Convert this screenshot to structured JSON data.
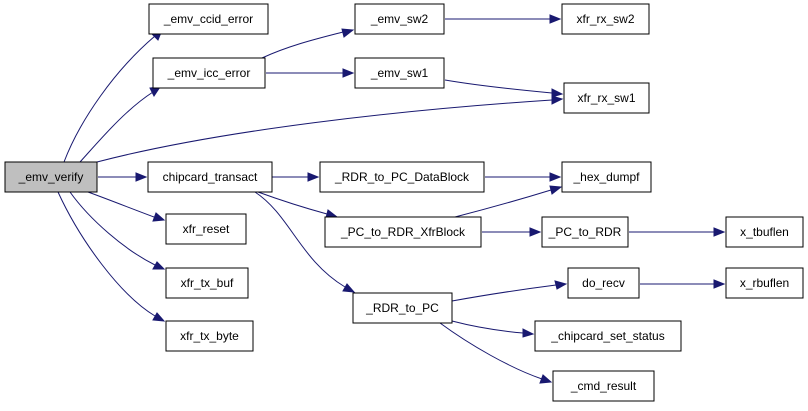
{
  "graph": {
    "nodes": {
      "emv_verify": "_emv_verify",
      "emv_ccid_error": "_emv_ccid_error",
      "emv_icc_error": "_emv_icc_error",
      "emv_sw2": "_emv_sw2",
      "xfr_rx_sw2": "xfr_rx_sw2",
      "emv_sw1": "_emv_sw1",
      "xfr_rx_sw1": "xfr_rx_sw1",
      "chipcard_transact": "chipcard_transact",
      "rdr_to_pc_datablock": "_RDR_to_PC_DataBlock",
      "hex_dumpf": "_hex_dumpf",
      "pc_to_rdr_xfrblock": "_PC_to_RDR_XfrBlock",
      "pc_to_rdr": "_PC_to_RDR",
      "x_tbuflen": "x_tbuflen",
      "xfr_reset": "xfr_reset",
      "xfr_tx_buf": "xfr_tx_buf",
      "xfr_tx_byte": "xfr_tx_byte",
      "rdr_to_pc": "_RDR_to_PC",
      "do_recv": "do_recv",
      "x_rbuflen": "x_rbuflen",
      "chipcard_set_status": "_chipcard_set_status",
      "cmd_result": "_cmd_result"
    },
    "edges": [
      [
        "emv_verify",
        "emv_ccid_error"
      ],
      [
        "emv_verify",
        "emv_icc_error"
      ],
      [
        "emv_verify",
        "xfr_rx_sw1"
      ],
      [
        "emv_verify",
        "chipcard_transact"
      ],
      [
        "emv_verify",
        "xfr_reset"
      ],
      [
        "emv_verify",
        "xfr_tx_buf"
      ],
      [
        "emv_verify",
        "xfr_tx_byte"
      ],
      [
        "emv_icc_error",
        "emv_sw2"
      ],
      [
        "emv_icc_error",
        "emv_sw1"
      ],
      [
        "emv_sw2",
        "xfr_rx_sw2"
      ],
      [
        "emv_sw1",
        "xfr_rx_sw1"
      ],
      [
        "chipcard_transact",
        "rdr_to_pc_datablock"
      ],
      [
        "chipcard_transact",
        "pc_to_rdr_xfrblock"
      ],
      [
        "chipcard_transact",
        "rdr_to_pc"
      ],
      [
        "rdr_to_pc_datablock",
        "hex_dumpf"
      ],
      [
        "pc_to_rdr_xfrblock",
        "hex_dumpf"
      ],
      [
        "pc_to_rdr_xfrblock",
        "pc_to_rdr"
      ],
      [
        "pc_to_rdr",
        "x_tbuflen"
      ],
      [
        "rdr_to_pc",
        "do_recv"
      ],
      [
        "rdr_to_pc",
        "chipcard_set_status"
      ],
      [
        "rdr_to_pc",
        "cmd_result"
      ],
      [
        "do_recv",
        "x_rbuflen"
      ]
    ]
  },
  "colors": {
    "edge": "#191970",
    "node_border": "#000000",
    "node_fill": "#ffffff",
    "root_fill": "#bfbfbf"
  }
}
